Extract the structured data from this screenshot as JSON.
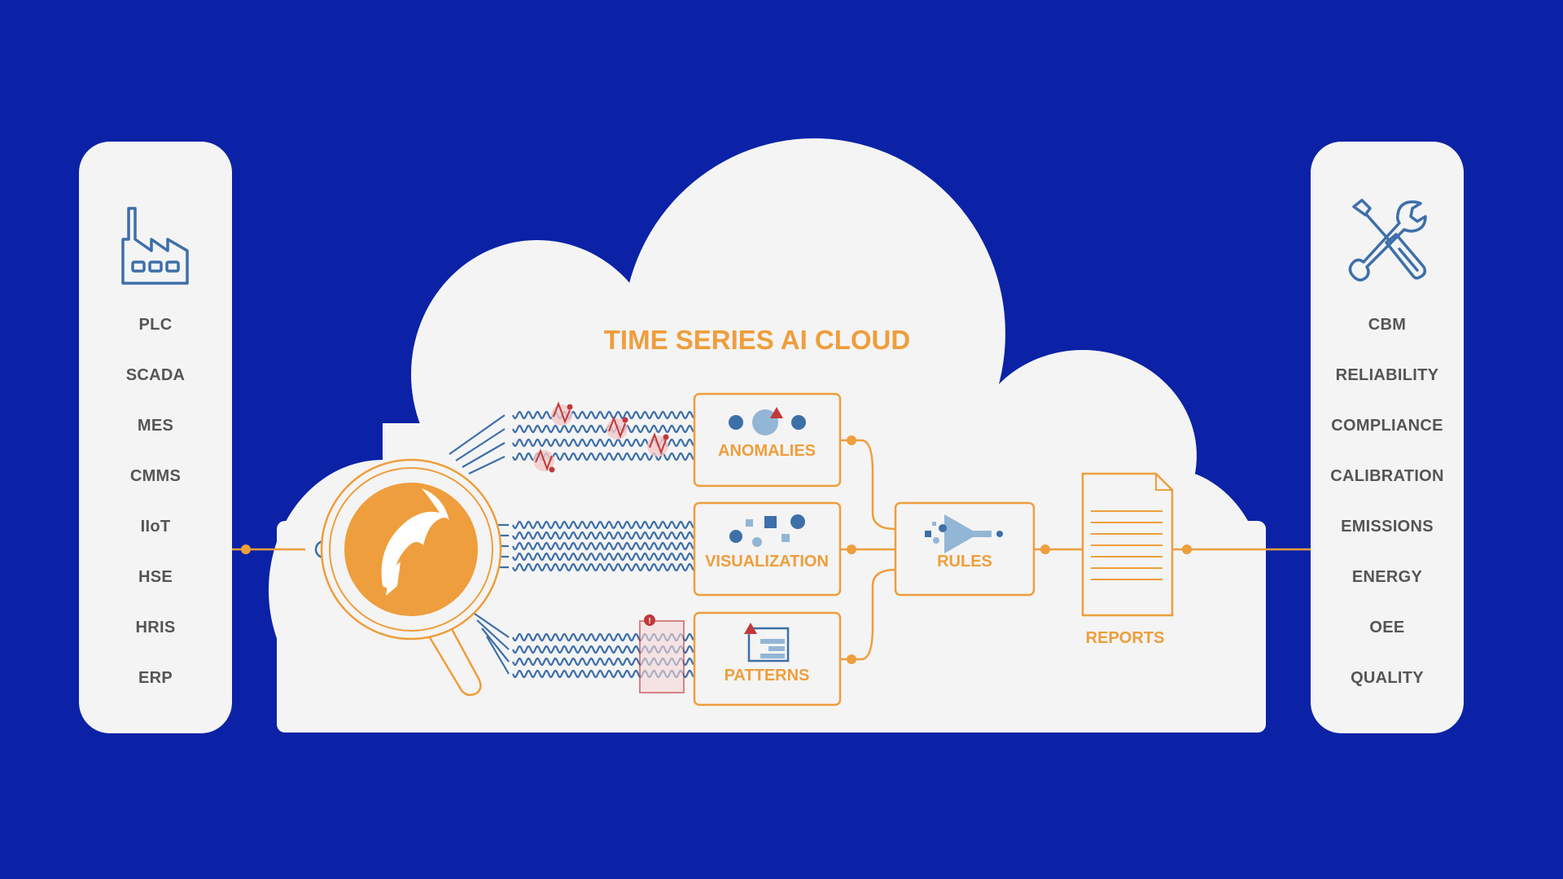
{
  "colors": {
    "background": "#0b22a6",
    "panel": "#f4f4f4",
    "accent_orange": "#ee9e3c",
    "wave_blue": "#3d6fa9",
    "alert_red": "#c0393b",
    "panel_text": "#555555"
  },
  "left_panel": {
    "icon": "factory-icon",
    "items": [
      "PLC",
      "SCADA",
      "MES",
      "CMMS",
      "IIoT",
      "HSE",
      "HRIS",
      "ERP"
    ]
  },
  "right_panel": {
    "icon": "tools-icon",
    "items": [
      "CBM",
      "RELIABILITY",
      "COMPLIANCE",
      "CALIBRATION",
      "EMISSIONS",
      "ENERGY",
      "OEE",
      "QUALITY"
    ]
  },
  "cloud": {
    "title": "TIME SERIES AI CLOUD",
    "logo_icon": "bird-logo-icon",
    "nodes": {
      "anomalies": "ANOMALIES",
      "visualization": "VISUALIZATION",
      "patterns": "PATTERNS",
      "rules": "RULES",
      "reports": "REPORTS"
    }
  }
}
